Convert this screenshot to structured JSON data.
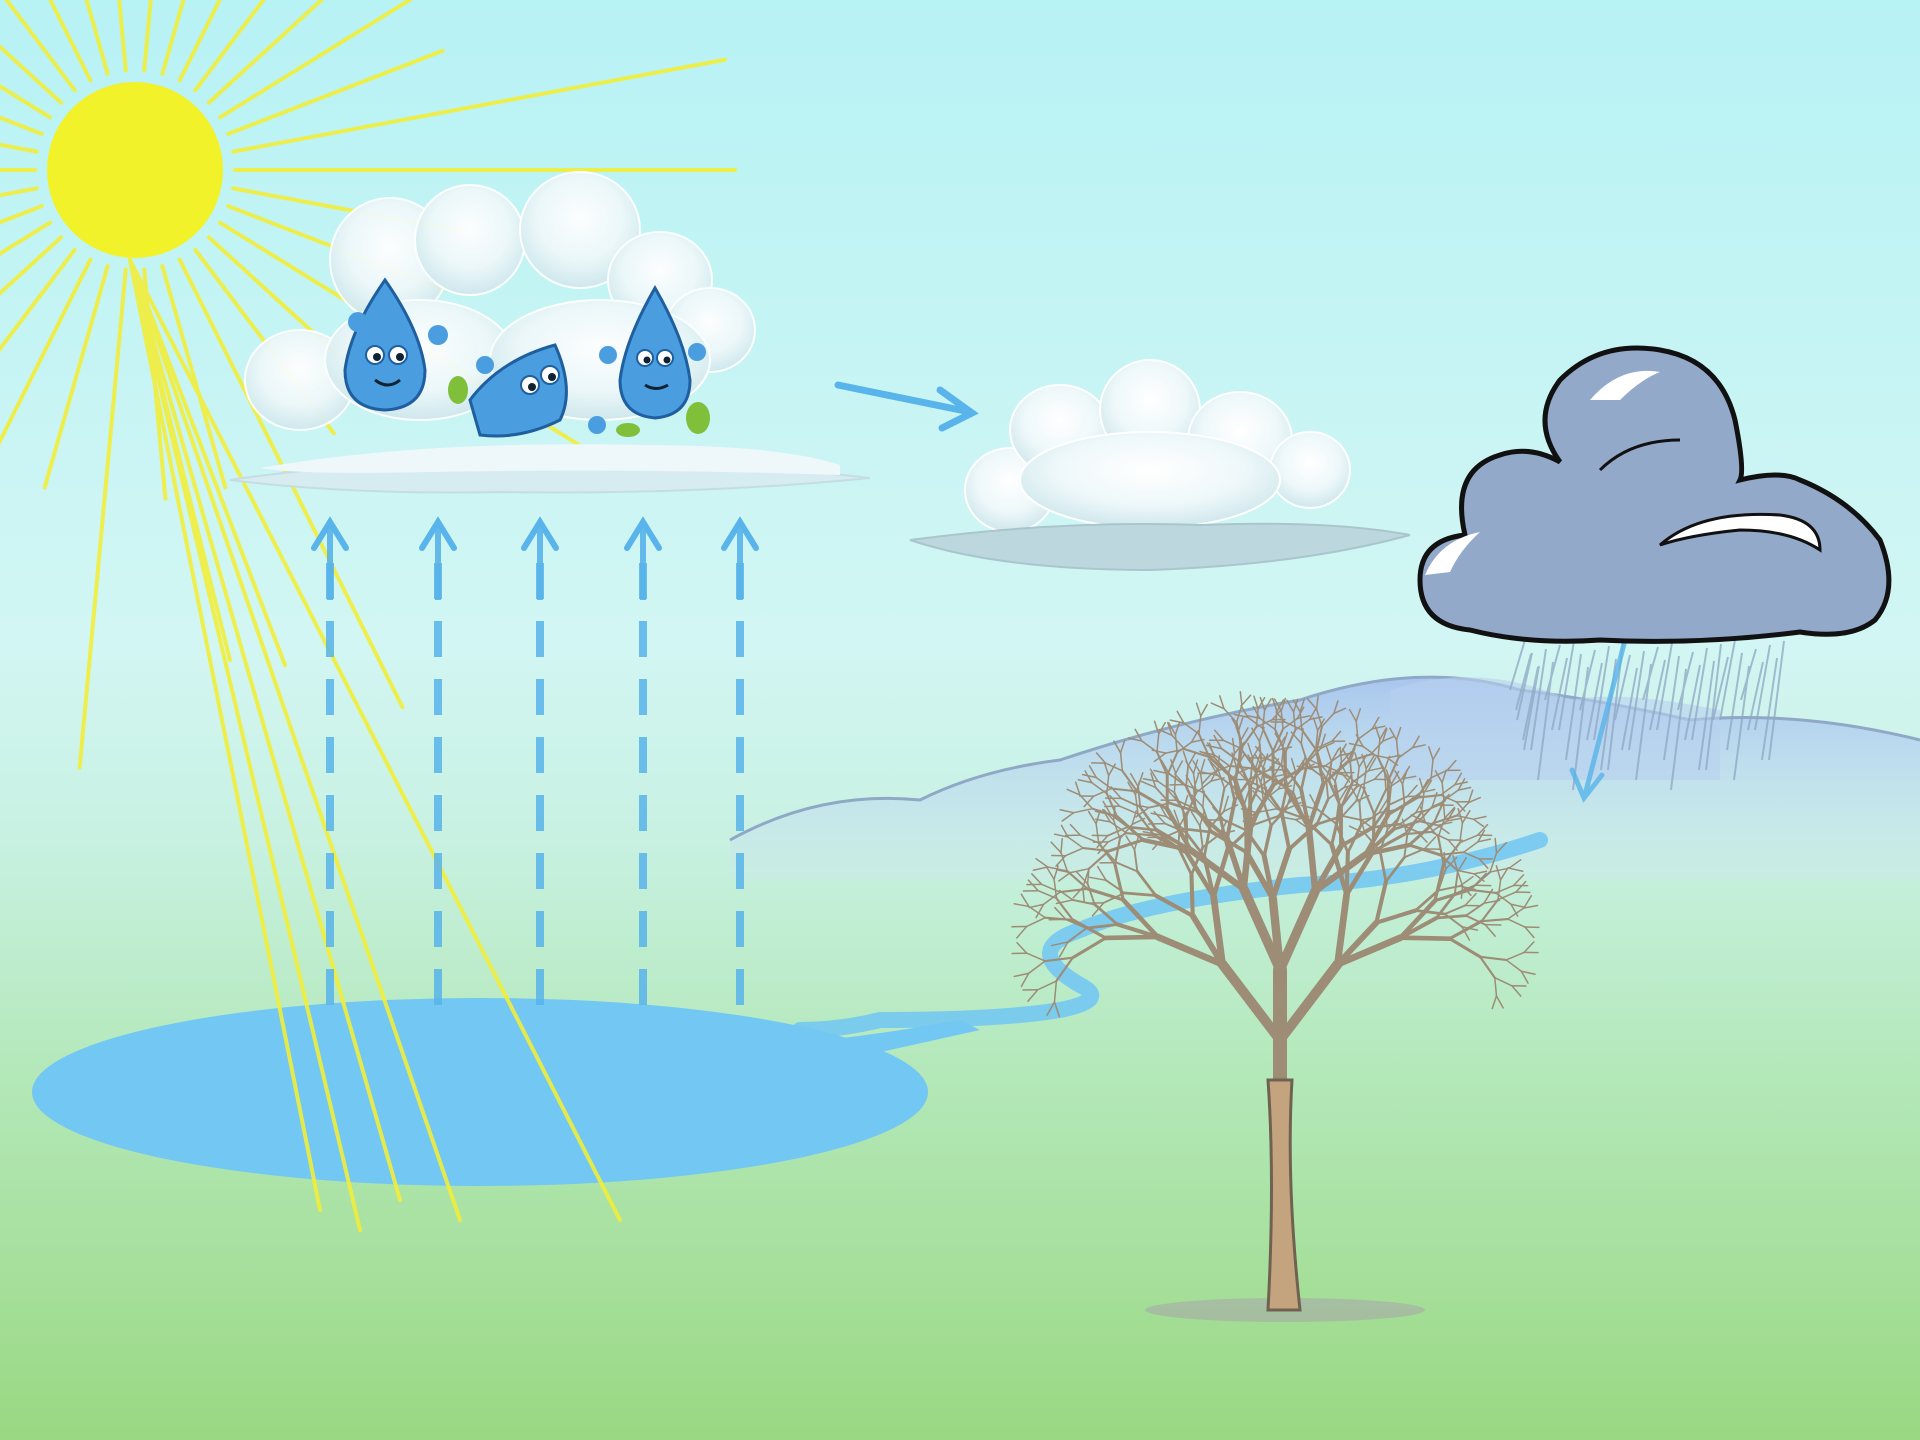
{
  "scene": {
    "title": "",
    "colors": {
      "sky_top": "#b7f2f5",
      "sky_mid": "#d8f7f4",
      "ground_top": "#c2efd6",
      "ground_bottom": "#9ada82",
      "sun": "#f2f22a",
      "sun_ray": "#f2ee3a",
      "lake": "#72c7f3",
      "arrow": "#58b4ea",
      "cloud_white": "#f3fbfc",
      "rain_cloud": "#93a9c9",
      "mountain": "#a9c7ea",
      "tree": "#b3a08a",
      "droplet": "#4a9ee0"
    },
    "elements": [
      "sun-icon",
      "evaporation-arrows",
      "lake",
      "cloud-with-droplets",
      "drifting-cloud",
      "rain-cloud",
      "rain",
      "mountains",
      "river",
      "bare-tree"
    ],
    "droplet_characters": 3,
    "evaporation_arrow_count": 5
  }
}
